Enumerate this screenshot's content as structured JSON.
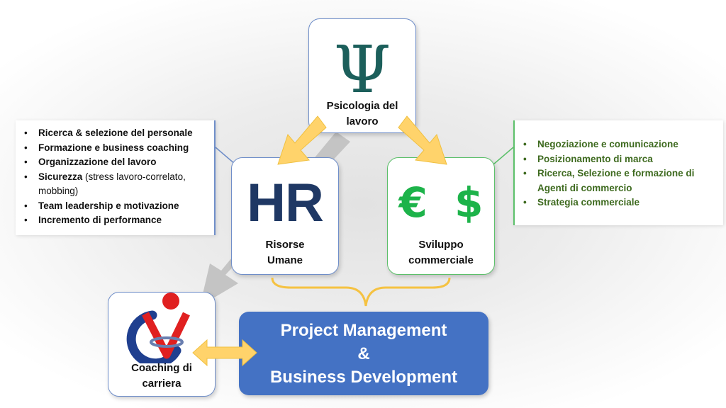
{
  "nodes": {
    "psychology": {
      "symbol": "Ψ",
      "label_line1": "Psicologia del",
      "label_line2": "lavoro"
    },
    "hr": {
      "logo": "HR",
      "label_line1": "Risorse",
      "label_line2": "Umane"
    },
    "sales": {
      "logo": "€ $",
      "label_line1": "Sviluppo",
      "label_line2": "commerciale"
    },
    "coaching": {
      "label_line1": "Coaching di",
      "label_line2": "carriera"
    }
  },
  "hr_list": [
    {
      "bold": "Ricerca & selezione del personale",
      "rest": ""
    },
    {
      "bold": "Formazione e business coaching",
      "rest": ""
    },
    {
      "bold": "Organizzazione del lavoro",
      "rest": ""
    },
    {
      "bold": "Sicurezza",
      "rest": " (stress lavoro-correlato, mobbing)"
    },
    {
      "bold": "Team leadership e motivazione",
      "rest": ""
    },
    {
      "bold": "Incremento di performance",
      "rest": ""
    }
  ],
  "sales_list": [
    "Negoziazione e comunicazione",
    "Posizionamento di marca",
    "Ricerca, Selezione e formazione di Agenti di commercio",
    "Strategia commerciale"
  ],
  "pm": {
    "line1": "Project Management",
    "line2": "&",
    "line3": "Business Development"
  },
  "colors": {
    "hr_logo": "#1f3864",
    "money": "#1db34a",
    "psi": "#1c5f5b",
    "pm_fill": "#4472c4",
    "arrow": "#ffd36b",
    "sales_text": "#3e6a1f"
  }
}
